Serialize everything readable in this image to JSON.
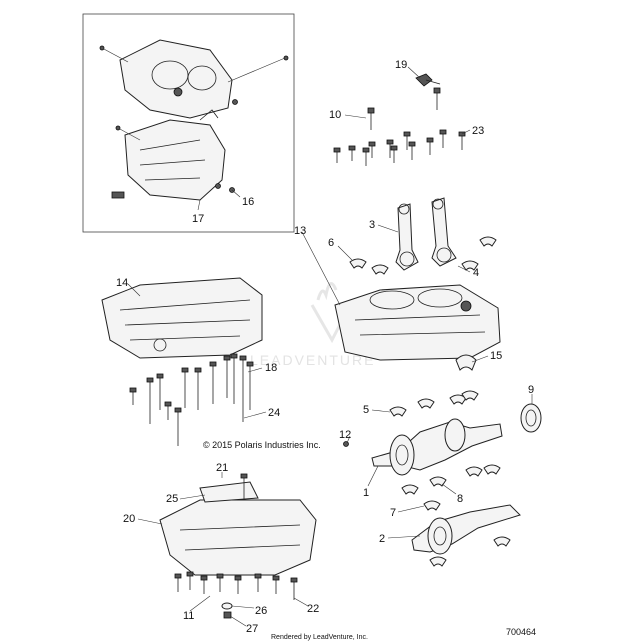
{
  "callouts": [
    "19",
    "10",
    "23",
    "13",
    "3",
    "6",
    "4",
    "14",
    "18",
    "15",
    "9",
    "5",
    "12",
    "24",
    "21",
    "25",
    "1",
    "8",
    "7",
    "2",
    "20",
    "11",
    "26",
    "22",
    "27",
    "16",
    "17"
  ],
  "copyright": "© 2015 Polaris Industries Inc.",
  "watermark": "LEADVENTURE",
  "rendered_by": "Rendered by LeadVenture, Inc.",
  "diagram_id": "700464"
}
